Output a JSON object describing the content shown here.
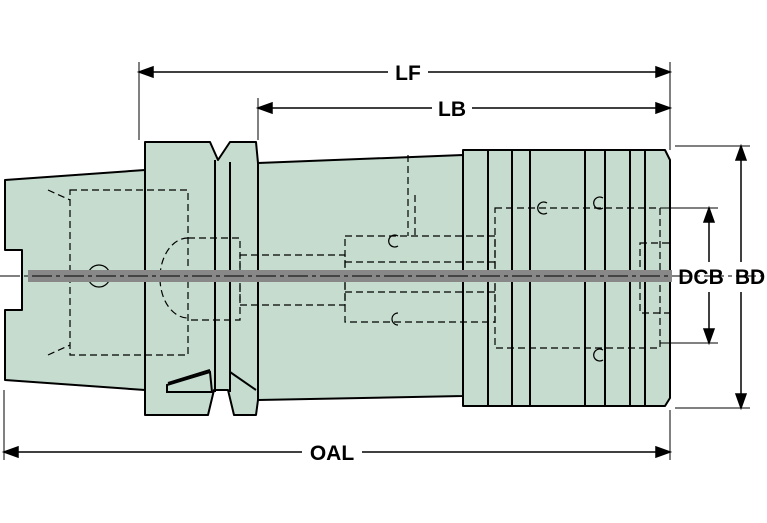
{
  "dimensions": {
    "lf": "LF",
    "lb": "LB",
    "oal": "OAL",
    "dcb": "DCB",
    "bd": "BD"
  },
  "colors": {
    "body_fill": "#c5dccf",
    "outline": "#000000",
    "centerline": "#888888",
    "background": "#ffffff"
  }
}
